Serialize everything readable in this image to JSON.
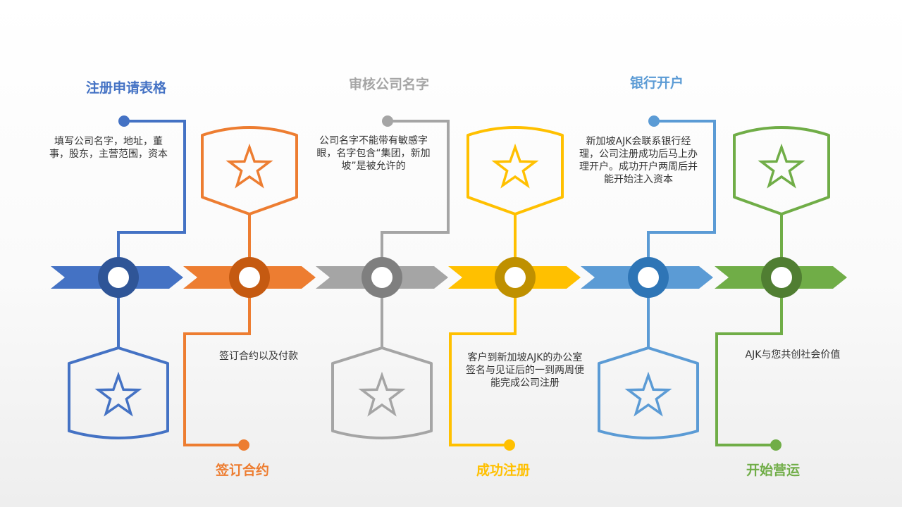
{
  "steps": [
    {
      "title": "注册申请表格",
      "desc": "填写公司名字，地址，董事，股东，主营范围，资本",
      "color": "#4472C4",
      "dark": "#2F5597",
      "icon": "star-icon"
    },
    {
      "title": "签订合约",
      "desc": "签订合约以及付款",
      "color": "#ED7D31",
      "dark": "#C55A11",
      "icon": "star-icon"
    },
    {
      "title": "审核公司名字",
      "desc": "公司名字不能带有敏感字眼，名字包含“集团，新加坡”是被允许的",
      "color": "#A5A5A5",
      "dark": "#7F7F7F",
      "icon": "star-icon"
    },
    {
      "title": "成功注册",
      "desc": "客户到新加坡AJK的办公室签名与见证后的一到两周便能完成公司注册",
      "color": "#FFC000",
      "dark": "#BF9000",
      "icon": "star-icon"
    },
    {
      "title": "银行开户",
      "desc": "新加坡AJK会联系银行经理，公司注册成功后马上办理开户。成功开户两周后并能开始注入资本",
      "color": "#5B9BD5",
      "dark": "#2E75B6",
      "icon": "star-icon"
    },
    {
      "title": "开始营运",
      "desc": "AJK与您共创社会价值",
      "color": "#70AD47",
      "dark": "#507E32",
      "icon": "star-icon"
    }
  ]
}
